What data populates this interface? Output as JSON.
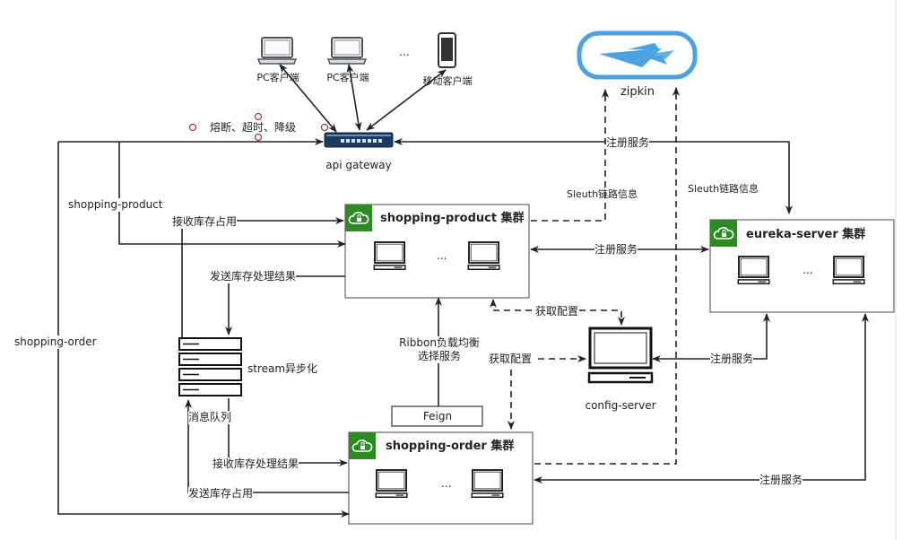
{
  "clients": {
    "pc1": "PC客户端",
    "pc2": "PC客户端",
    "ellipsis": "...",
    "mobile": "移动客户端"
  },
  "zipkin": {
    "label": "zipkin"
  },
  "gateway": {
    "label": "api gateway",
    "features": "熔断、超时、降级"
  },
  "clusters": {
    "product": {
      "title": "shopping-product 集群",
      "ellipsis": "..."
    },
    "order": {
      "title": "shopping-order 集群",
      "ellipsis": "..."
    },
    "eureka": {
      "title": "eureka-server 集群",
      "ellipsis": "..."
    }
  },
  "config_server": {
    "label": "config-server"
  },
  "mq": {
    "label": "消息队列",
    "stream": "stream异步化"
  },
  "feign": {
    "label": "Feign"
  },
  "edges": {
    "shopping_product_route": "shopping-product",
    "shopping_order_route": "shopping-order",
    "recv_stock_occupy": "接收库存占用",
    "send_stock_result": "发送库存处理结果",
    "recv_stock_result": "接收库存处理结果",
    "send_stock_occupy": "发送库存占用",
    "register_gateway": "注册服务",
    "register_product": "注册服务",
    "register_config": "注册服务",
    "register_order": "注册服务",
    "sleuth_product": "Sleuth链路信息",
    "sleuth_order": "Sleuth链路信息",
    "get_config_product": "获取配置",
    "get_config_order": "获取配置",
    "ribbon_line1": "Ribbon负载均衡",
    "ribbon_line2": "选择服务"
  },
  "colors": {
    "line": "#222222",
    "cloud_badge": "#2e8b24",
    "zipkin": "#4aa3df",
    "canvas_border": "#dddddd"
  },
  "icons": [
    "laptop-icon",
    "phone-icon",
    "zipkin-cloud-icon",
    "router-icon",
    "cloud-badge-icon",
    "server-stack-icon",
    "monitor-icon"
  ]
}
